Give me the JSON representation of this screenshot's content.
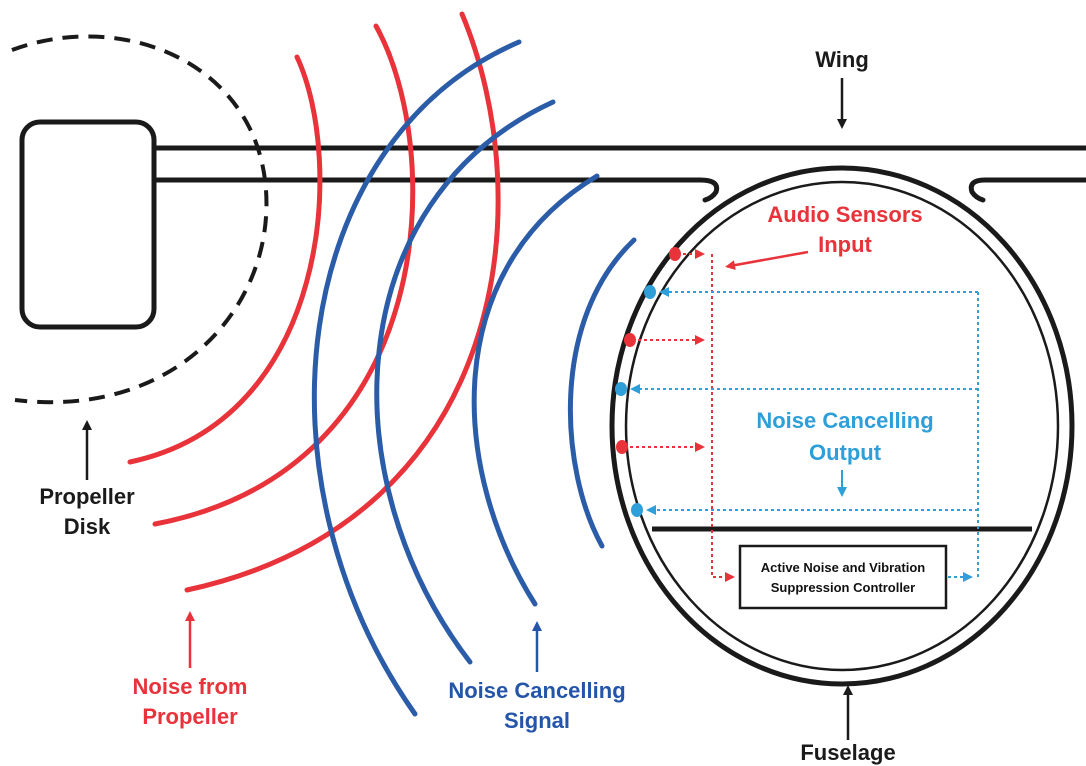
{
  "labels": {
    "wing": "Wing",
    "propeller_disk_line1": "Propeller",
    "propeller_disk_line2": "Disk",
    "noise_from_propeller_line1": "Noise from",
    "noise_from_propeller_line2": "Propeller",
    "noise_cancelling_signal_line1": "Noise Cancelling",
    "noise_cancelling_signal_line2": "Signal",
    "audio_sensors_line1": "Audio Sensors",
    "audio_sensors_line2": "Input",
    "noise_cancelling_output_line1": "Noise Cancelling",
    "noise_cancelling_output_line2": "Output",
    "controller_line1": "Active Noise and Vibration",
    "controller_line2": "Suppression Controller",
    "fuselage": "Fuselage"
  },
  "colors": {
    "noise_red": "#e8333a",
    "cancel_blue_dark": "#2b5ca8",
    "cancel_blue_light": "#2e9fd8",
    "outline_black": "#1a1a1a"
  }
}
